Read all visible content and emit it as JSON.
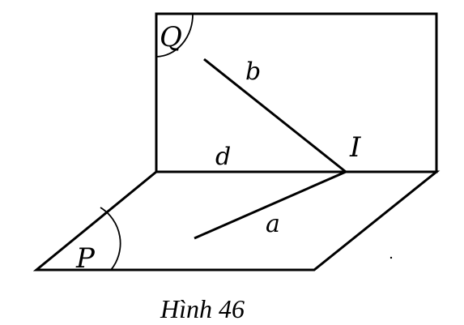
{
  "labels": {
    "plane_q": "Q",
    "plane_p": "P",
    "line_b": "b",
    "line_d": "d",
    "line_a": "a",
    "point_i": "I"
  },
  "caption": "Hình 46",
  "colors": {
    "ink": "#000000",
    "paper": "#ffffff"
  }
}
